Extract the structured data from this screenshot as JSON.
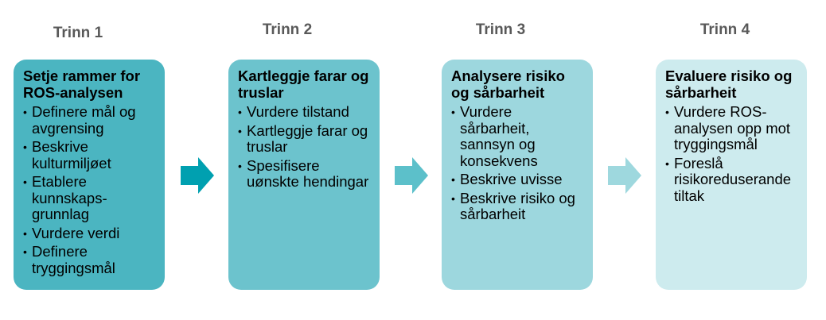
{
  "steps": [
    {
      "label": "Trinn 1",
      "title": "Setje rammer for ROS-analysen",
      "color": "#4BB5C1",
      "items": [
        "Definere mål og avgrensing",
        "Beskrive kulturmiljøet",
        "Etablere kunnskaps-grunnlag",
        "Vurdere verdi",
        "Definere tryggingsmål"
      ]
    },
    {
      "label": "Trinn 2",
      "title": "Kartleggje farar og truslar",
      "color": "#6CC3CD",
      "items": [
        "Vurdere tilstand",
        "Kartleggje farar og truslar",
        "Spesifisere uønskte hendingar"
      ]
    },
    {
      "label": "Trinn 3",
      "title": "Analysere risiko og sårbarheit",
      "color": "#9DD7DE",
      "items": [
        "Vurdere sårbarheit, sannsyn og konsekvens",
        "Beskrive uvisse",
        "Beskrive risiko og sårbarheit"
      ]
    },
    {
      "label": "Trinn 4",
      "title": "Evaluere risiko og sårbarheit",
      "color": "#CDEBEE",
      "items": [
        "Vurdere ROS-analysen opp mot tryggingsmål",
        "Foreslå risikoreduserande tiltak"
      ]
    }
  ],
  "arrows": [
    {
      "icon": "arrow-right-icon",
      "color": "#00A0B0"
    },
    {
      "icon": "arrow-right-icon",
      "color": "#5CC0CA"
    },
    {
      "icon": "arrow-right-icon",
      "color": "#9ED8DE"
    }
  ]
}
